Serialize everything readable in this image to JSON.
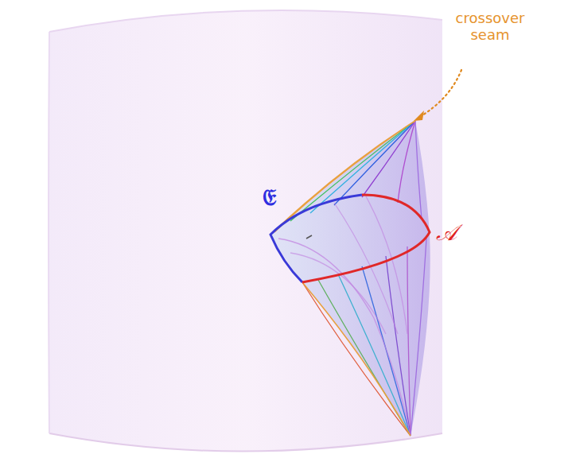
{
  "diagram": {
    "labels": [
      "crossover seam",
      "𝔈",
      "𝒜"
    ]
  }
}
